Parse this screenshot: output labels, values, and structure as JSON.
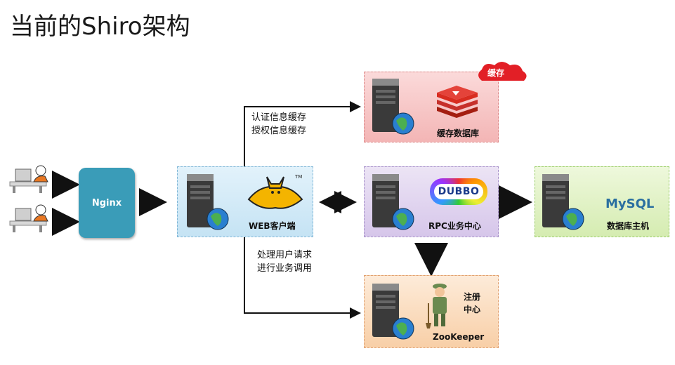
{
  "title": "当前的Shiro架构",
  "nodes": {
    "nginx": "Nginx",
    "web_client": "WEB客户端",
    "cache_db": "缓存数据库",
    "cache_badge": "缓存",
    "rpc_center": "RPC业务中心",
    "db_host": "数据库主机",
    "zookeeper": "ZooKeeper",
    "registry": "注册中心",
    "dubbo_logo": "DUBBO",
    "mysql_logo": "MySQL"
  },
  "notes": {
    "cache_line1": "认证信息缓存",
    "cache_line2": "授权信息缓存",
    "request_line1": "处理用户请求",
    "request_line2": "进行业务调用"
  },
  "colors": {
    "nginx": "#3a9cb8",
    "web_box": "#c5e3f4",
    "cache_box": "#f3b5b5",
    "rpc_box": "#d6c6ea",
    "db_box": "#d5ecb1",
    "zk_box": "#f8cfa7",
    "cloud": "#e21f26"
  },
  "icons": [
    "user-at-computer-icon",
    "server-globe-icon",
    "tomcat-logo-icon",
    "redis-logo-icon",
    "dubbo-logo-icon",
    "mysql-logo-icon",
    "zookeeper-keeper-icon"
  ]
}
